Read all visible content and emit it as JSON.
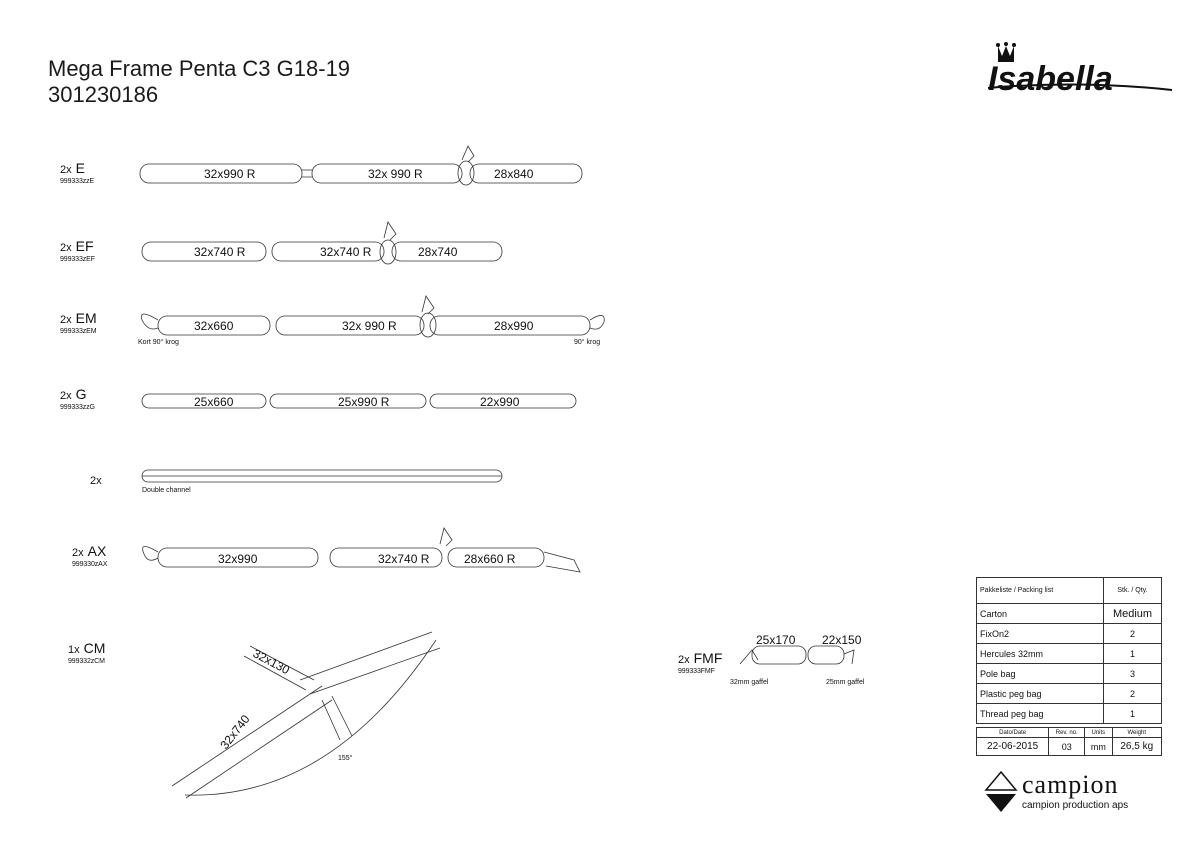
{
  "header": {
    "title": "Mega Frame Penta C3 G18-19",
    "number": "301230186",
    "brand": "Isabella"
  },
  "parts": {
    "E": {
      "qty": "2x",
      "code": "E",
      "no": "999333zzE",
      "tubes": [
        "32x990 R",
        "32x 990 R",
        "28x840"
      ]
    },
    "EF": {
      "qty": "2x",
      "code": "EF",
      "no": "999333zEF",
      "tubes": [
        "32x740 R",
        "32x740 R",
        "28x740"
      ]
    },
    "EM": {
      "qty": "2x",
      "code": "EM",
      "no": "999333zEM",
      "tubes": [
        "32x660",
        "32x 990 R",
        "28x990"
      ],
      "left_note": "Kort 90° krog",
      "right_note": "90° krog"
    },
    "G": {
      "qty": "2x",
      "code": "G",
      "no": "999333zzG",
      "tubes": [
        "25x660",
        "25x990 R",
        "22x990"
      ]
    },
    "DC": {
      "qty": "2x",
      "note": "Double channel"
    },
    "AX": {
      "qty": "2x",
      "code": "AX",
      "no": "999330zAX",
      "tubes": [
        "32x990",
        "32x740 R",
        "28x660 R"
      ]
    },
    "CM": {
      "qty": "1x",
      "code": "CM",
      "no": "999332zCM",
      "tubes": [
        "32x130",
        "32x740"
      ],
      "angle": "155°"
    },
    "FMF": {
      "qty": "2x",
      "code": "FMF",
      "no": "999333FMF",
      "tubes": [
        "25x170",
        "22x150"
      ],
      "left_note": "32mm gaffel",
      "right_note": "25mm gaffel"
    }
  },
  "packing": {
    "header_left": "Pakkeliste / Packing list",
    "header_right": "Stk. / Qty.",
    "rows": [
      {
        "item": "Carton",
        "qty": "Medium"
      },
      {
        "item": "FixOn2",
        "qty": "2"
      },
      {
        "item": "Hercules 32mm",
        "qty": "1"
      },
      {
        "item": "Pole bag",
        "qty": "3"
      },
      {
        "item": "Plastic peg bag",
        "qty": "2"
      },
      {
        "item": "Thread peg bag",
        "qty": "1"
      }
    ],
    "footer_labels": [
      "Dato/Date",
      "Rev. no.",
      "Units",
      "Weight"
    ],
    "footer_values": [
      "22-06-2015",
      "03",
      "mm",
      "26,5 kg"
    ]
  },
  "company": {
    "logo_word": "campion",
    "name": "campion production aps"
  }
}
